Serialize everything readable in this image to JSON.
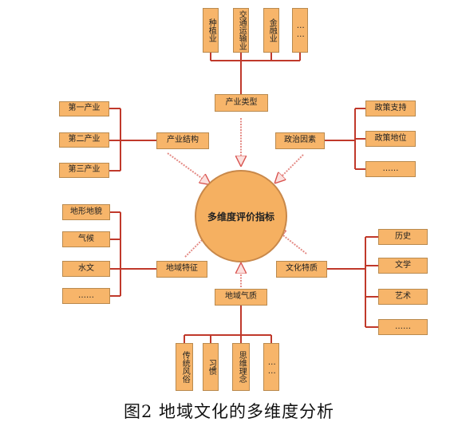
{
  "center": "多维度评价指标",
  "caption": "图2  地域文化的多维度分析",
  "colors": {
    "line": "#c0392b",
    "box_fill": "#f7b56a",
    "arrow_fill": "#fbe0de",
    "arrow_stroke": "#d9534f"
  },
  "groups": {
    "industry_type": {
      "label": "产业类型",
      "items": [
        "种植业",
        "交通运输业",
        "金融业",
        "……"
      ]
    },
    "industry_structure": {
      "label": "产业结构",
      "items": [
        "第一产业",
        "第二产业",
        "第三产业"
      ]
    },
    "political": {
      "label": "政治因素",
      "items": [
        "政策支持",
        "政策地位",
        "……"
      ]
    },
    "geography": {
      "label": "地域特征",
      "items": [
        "地形地貌",
        "气候",
        "水文",
        "……"
      ]
    },
    "culture": {
      "label": "文化特质",
      "items": [
        "历史",
        "文学",
        "艺术",
        "……"
      ]
    },
    "temperament": {
      "label": "地域气质",
      "items": [
        "传统风俗",
        "习惯",
        "思维理念",
        "……"
      ]
    }
  }
}
